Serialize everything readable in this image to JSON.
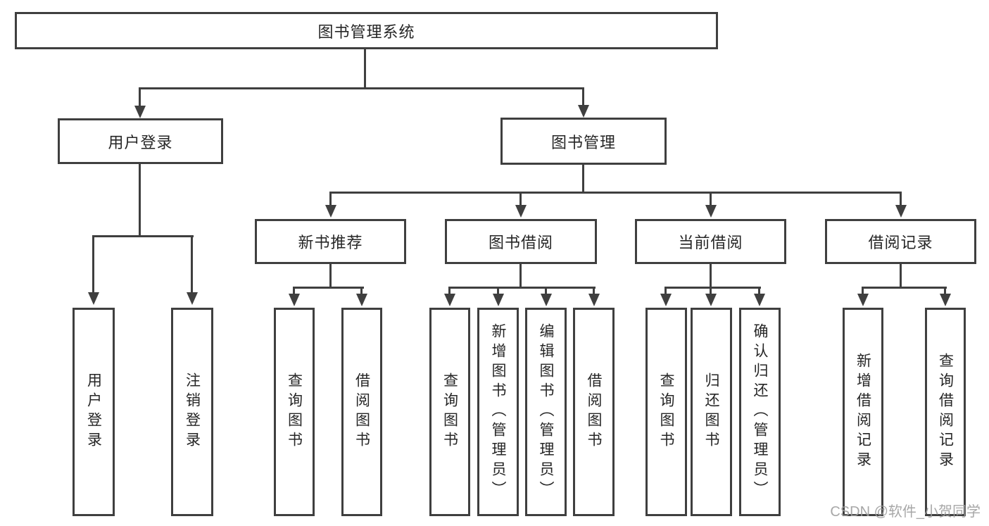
{
  "colors": {
    "line": "#3f3f3f",
    "text": "#262626",
    "watermark": "#9e9e9e",
    "background": "#ffffff"
  },
  "watermark": "CSDN @软件_小贺同学",
  "tree": {
    "label": "图书管理系统",
    "children": [
      {
        "label": "用户登录",
        "children": [
          {
            "label": "用户登录"
          },
          {
            "label": "注销登录"
          }
        ]
      },
      {
        "label": "图书管理",
        "children": [
          {
            "label": "新书推荐",
            "children": [
              {
                "label": "查询图书"
              },
              {
                "label": "借阅图书"
              }
            ]
          },
          {
            "label": "图书借阅",
            "children": [
              {
                "label": "查询图书"
              },
              {
                "label": "新增图书（管理员）"
              },
              {
                "label": "编辑图书（管理员）"
              },
              {
                "label": "借阅图书"
              }
            ]
          },
          {
            "label": "当前借阅",
            "children": [
              {
                "label": "查询图书"
              },
              {
                "label": "归还图书"
              },
              {
                "label": "确认归还（管理员）"
              }
            ]
          },
          {
            "label": "借阅记录",
            "children": [
              {
                "label": "新增借阅记录"
              },
              {
                "label": "查询借阅记录"
              }
            ]
          }
        ]
      }
    ]
  }
}
